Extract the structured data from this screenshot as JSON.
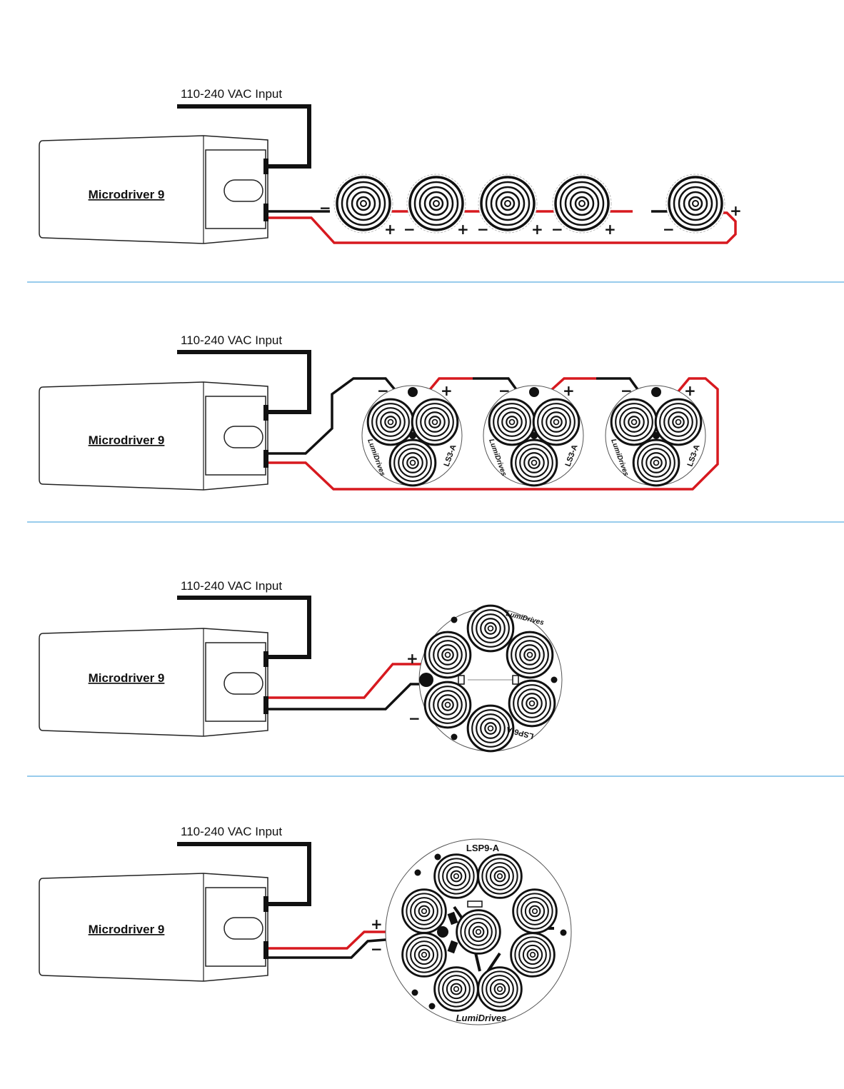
{
  "input_label": "110-240 VAC Input",
  "driver_label": "Microdriver 9",
  "plus": "+",
  "minus": "−",
  "brand": "LumiDrives",
  "model_ls3": "LS3-A",
  "model_lsp6": "LSP6-A",
  "model_lsp9": "LSP9-A",
  "colors": {
    "positive_wire": "#d7191f",
    "negative_wire": "#111111",
    "divider": "#5aaee0"
  }
}
